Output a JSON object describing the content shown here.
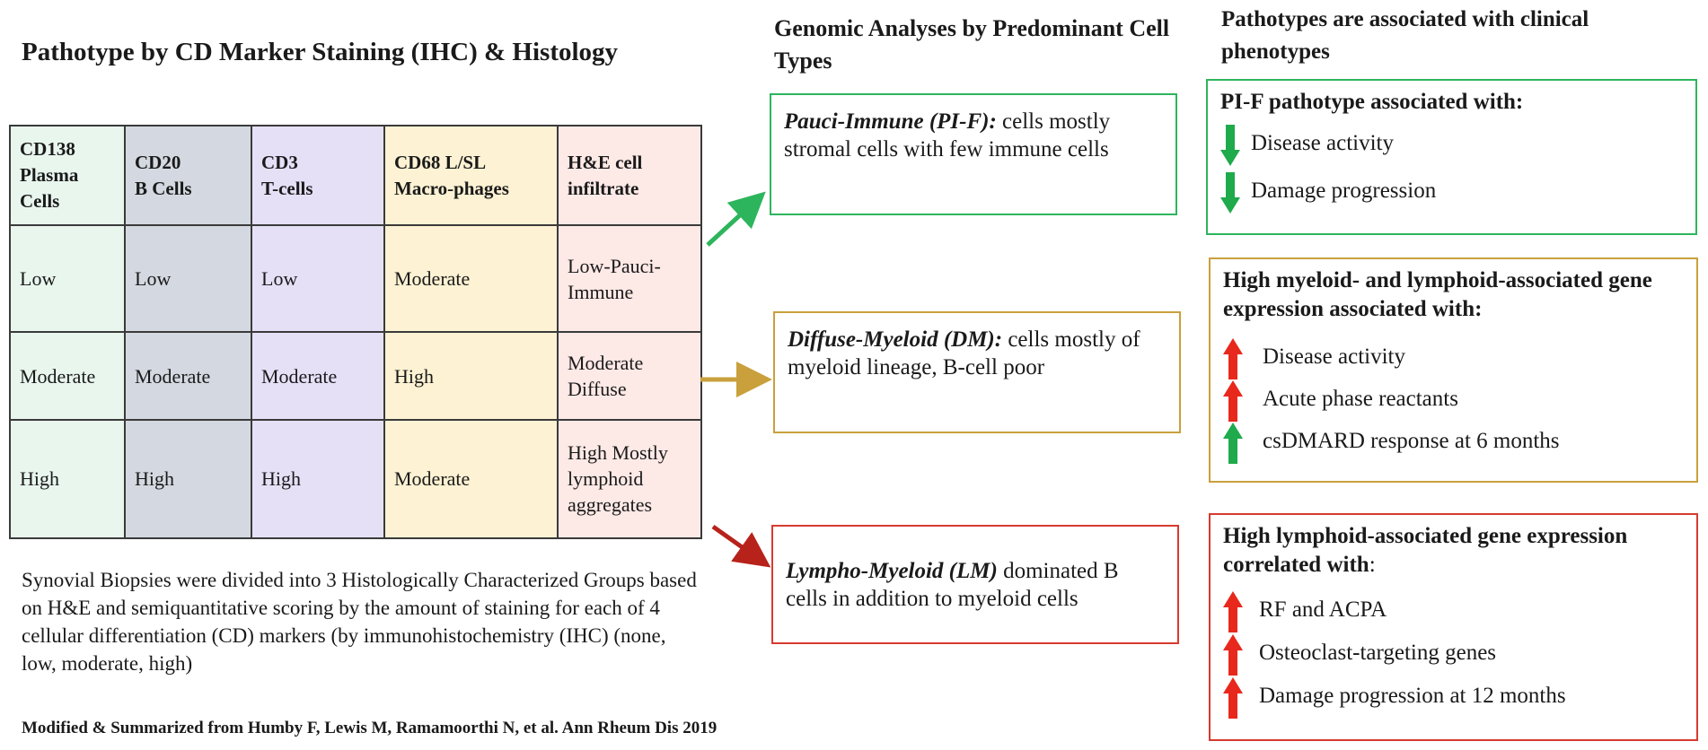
{
  "title": "Pathotype by CD Marker Staining (IHC) & Histology",
  "mid_title": "Genomic Analyses by Predominant Cell Types",
  "right_title": "Pathotypes are associated with clinical phenotypes",
  "colors": {
    "green": "#2db55d",
    "gold": "#c9a03c",
    "red": "#d73a2f",
    "up_red": "#e8281c",
    "down_green": "#1faa4c"
  },
  "table": {
    "headers": [
      [
        "CD138",
        "Plasma",
        "Cells"
      ],
      [
        "CD20",
        "B Cells"
      ],
      [
        "CD3",
        "T-cells"
      ],
      [
        "CD68 L/SL",
        "Macro-phages"
      ],
      [
        "H&E cell",
        "infiltrate"
      ]
    ],
    "rows": [
      [
        "Low",
        "Low",
        "Low",
        "Moderate",
        "Low-Pauci-Immune"
      ],
      [
        "Moderate",
        "Moderate",
        "Moderate",
        "High",
        "Moderate Diffuse"
      ],
      [
        "High",
        "High",
        "High",
        "Moderate",
        "High Mostly lymphoid aggregates"
      ]
    ]
  },
  "description": "Synovial Biopsies were divided into 3 Histologically  Characterized Groups based on H&E and semiquantitative scoring by the amount of staining for each of 4 cellular differentiation (CD) markers (by immunohistochemistry (IHC) (none, low, moderate, high)",
  "citation": "Modified & Summarized from Humby F, Lewis M, Ramamoorthi N, et al. Ann Rheum Dis 2019",
  "genomic": [
    {
      "term": "Pauci-Immune (PI-F):",
      "text": " cells mostly stromal cells with few immune cells"
    },
    {
      "term": "Diffuse-Myeloid (DM):",
      "text": " cells mostly of myeloid lineage, B-cell poor"
    },
    {
      "term": "Lympho-Myeloid (LM)",
      "text": " dominated B cells in addition to myeloid cells"
    }
  ],
  "clinical": [
    {
      "heading": "PI-F pathotype associated with:",
      "heading_suffix": "",
      "items": [
        {
          "dir": "down",
          "label": "Disease activity"
        },
        {
          "dir": "down",
          "label": "Damage progression"
        }
      ]
    },
    {
      "heading": "High myeloid- and lymphoid-associated gene expression associated with:",
      "heading_suffix": "",
      "items": [
        {
          "dir": "up-red",
          "label": "Disease activity"
        },
        {
          "dir": "up-red",
          "label": "Acute phase reactants"
        },
        {
          "dir": "up-green",
          "label": "csDMARD response at 6 months"
        }
      ]
    },
    {
      "heading": "High lymphoid-associated gene expression correlated with",
      "heading_suffix": ":",
      "items": [
        {
          "dir": "up-red",
          "label": "RF and ACPA"
        },
        {
          "dir": "up-red",
          "label": "Osteoclast-targeting genes"
        },
        {
          "dir": "up-red",
          "label": "Damage progression at 12 months"
        }
      ]
    }
  ]
}
